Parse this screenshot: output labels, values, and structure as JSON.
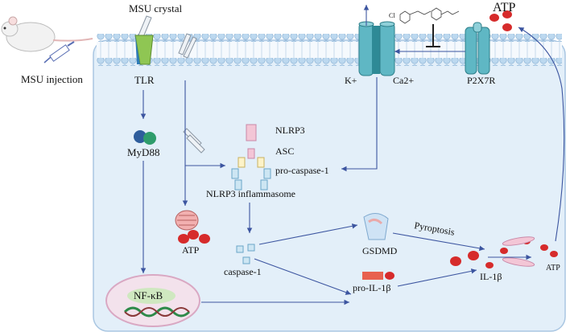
{
  "labels": {
    "msu_crystal": "MSU crystal",
    "msu_injection": "MSU injection",
    "tlr": "TLR",
    "myd88": "MyD88",
    "nfkb": "NF-κB",
    "atp_mito": "ATP",
    "nlrp3": "NLRP3",
    "asc": "ASC",
    "pro_caspase": "pro-caspase-1",
    "inflammasome": "NLRP3 inflammasome",
    "caspase": "caspase-1",
    "gsdmd": "GSDMD",
    "pyroptosis": "Pyroptosis",
    "pro_il1b": "pro-IL-1β",
    "il1b": "IL-1β",
    "atp_out_small": "ATP",
    "atp_top": "ATP",
    "k_plus": "K+",
    "ca2_plus": "Ca2+",
    "p2x7r": "P2X7R",
    "cl_label": "Cl"
  },
  "colors": {
    "cell_fill": "#e3eff9",
    "cell_stroke": "#a9c6e2",
    "bead": "#bcd8ef",
    "arrow": "#3c55a0",
    "channel": "#5fb7c4",
    "atp_red": "#d62b2b",
    "nucleus": "#f3e2ec",
    "pink": "#f3c6d6"
  }
}
